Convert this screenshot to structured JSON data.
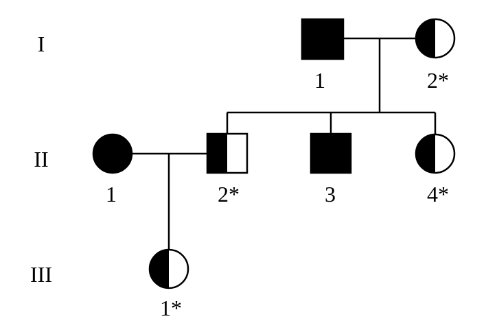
{
  "generations": [
    {
      "id": "I",
      "label": "I"
    },
    {
      "id": "II",
      "label": "II"
    },
    {
      "id": "III",
      "label": "III"
    }
  ],
  "individuals": [
    {
      "id": "I-1",
      "label": "1",
      "sex": "male",
      "status": "affected"
    },
    {
      "id": "I-2",
      "label": "2*",
      "sex": "female",
      "status": "carrier"
    },
    {
      "id": "II-1",
      "label": "1",
      "sex": "female",
      "status": "affected"
    },
    {
      "id": "II-2",
      "label": "2*",
      "sex": "male",
      "status": "carrier"
    },
    {
      "id": "II-3",
      "label": "3",
      "sex": "male",
      "status": "affected"
    },
    {
      "id": "II-4",
      "label": "4*",
      "sex": "female",
      "status": "carrier"
    },
    {
      "id": "III-1",
      "label": "1*",
      "sex": "female",
      "status": "carrier"
    }
  ],
  "colors": {
    "fill": "#000000",
    "background": "#ffffff"
  }
}
